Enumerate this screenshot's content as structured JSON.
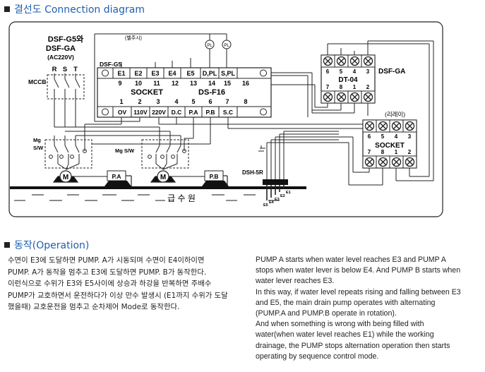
{
  "headings": {
    "connection": "결선도 Connection diagram",
    "operation": "동작(Operation)"
  },
  "diagram": {
    "power": {
      "model_line1": "DSF-G5와",
      "model_line2": "DSF-GA",
      "voltage": "(AC220V)",
      "phases": [
        "R",
        "S",
        "T"
      ],
      "breaker": "MCCB"
    },
    "ms_label": "Mg\nS/W",
    "ms_label2": "Mg  S/W",
    "motor": "M",
    "pump_a": "P.A",
    "pump_b": "P.B",
    "alarm_note": "(벨주시)",
    "pl": "PL",
    "controller": {
      "name": "DSF-G5",
      "top_terms": [
        "E1",
        "E2",
        "E3",
        "E4",
        "E5",
        "D,PL",
        "S,PL"
      ],
      "top_nums": [
        "9",
        "10",
        "11",
        "12",
        "13",
        "14",
        "15",
        "16"
      ],
      "socket": "SOCKET",
      "socket_model": "DS-F16",
      "bottom_nums": [
        "1",
        "2",
        "3",
        "4",
        "5",
        "6",
        "7",
        "8"
      ],
      "bottom_terms": [
        "OV",
        "110V",
        "220V",
        "D.C",
        "P.A",
        "P.B",
        "S.C"
      ]
    },
    "ga": {
      "name": "DSF-GA",
      "model": "DT-04",
      "top_nums": [
        "6",
        "5",
        "4",
        "3"
      ],
      "bottom_nums": [
        "7",
        "8",
        "1",
        "2"
      ]
    },
    "relay": {
      "label": "(리레이)",
      "socket": "SOCKET",
      "top_nums": [
        "6",
        "5",
        "4",
        "3"
      ],
      "bottom_nums": [
        "7",
        "8",
        "1",
        "2"
      ]
    },
    "electrode": {
      "name": "DSH-5R",
      "labels": [
        "E1",
        "E2",
        "E3",
        "E4",
        "E5"
      ]
    },
    "tank": "급 수 원"
  },
  "operation": {
    "korean": [
      "수면이 E3에 도달하면 PUMP. A가 시동되며 수면이 E4이하이면",
      "PUMP. A가 동작을 멈추고 E3에 도달하면 PUMP. B가 동작한다.",
      "이런식으로 수위가 E3와 E5사이에 상승과 하강을 반복하면 주배수",
      "PUMP가 교호하면서 운전하다가 이상 만수 발생시 (E1까지 수위가 도달",
      "했을때) 교호운전을 멈추고 순차제어 Mode로 동작한다."
    ],
    "english": [
      "PUMP A starts when water level reaches E3 and PUMP A",
      "stops when water lever is below E4. And PUMP B starts when",
      "water lever reaches E3.",
      "In this way, if water level repeats rising and falling between E3",
      "and E5, the main drain pump operates with alternating",
      "(PUMP.A and PUMP.B operate in rotation).",
      "And when something is wrong with being filled with",
      "water(when water level reaches E1) while the working",
      "drainage, the PUMP stops alternation operation then starts",
      "operating by  sequence control mode."
    ]
  }
}
